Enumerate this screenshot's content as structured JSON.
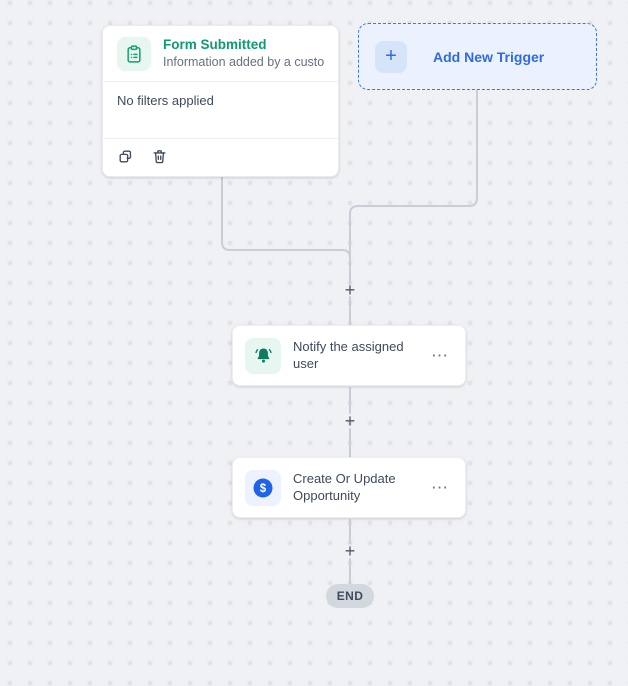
{
  "canvas": {
    "background": "#f0f1f5",
    "dot_color": "#e4e2e7"
  },
  "trigger_card": {
    "title": "Form Submitted",
    "subtitle": "Information added by a custo...",
    "filters_text": "No filters applied",
    "title_color": "#0e9b72",
    "icon": "clipboard-list-icon",
    "icon_color": "#12a170",
    "icon_bg": "#e7f6ef"
  },
  "add_trigger_button": {
    "label": "Add New Trigger",
    "plus_glyph": "+",
    "text_color": "#2e6be4",
    "background": "#ebf2fe",
    "border_color": "#3b76e8"
  },
  "actions": [
    {
      "title": "Notify the assigned user",
      "icon": "bell-icon",
      "icon_color": "#0d7c60",
      "icon_bg": "#e7f6ef",
      "more_glyph": "⋯"
    },
    {
      "title": "Create Or Update Opportunity",
      "icon": "dollar-circle-icon",
      "icon_color": "#1e63e9",
      "icon_bg": "#edf2fe",
      "more_glyph": "⋯"
    }
  ],
  "connectors": {
    "plus_glyph": "+",
    "line_color": "#c9ced6"
  },
  "end_badge": {
    "label": "END",
    "background": "#d3d7de",
    "text_color": "#404b5c"
  }
}
